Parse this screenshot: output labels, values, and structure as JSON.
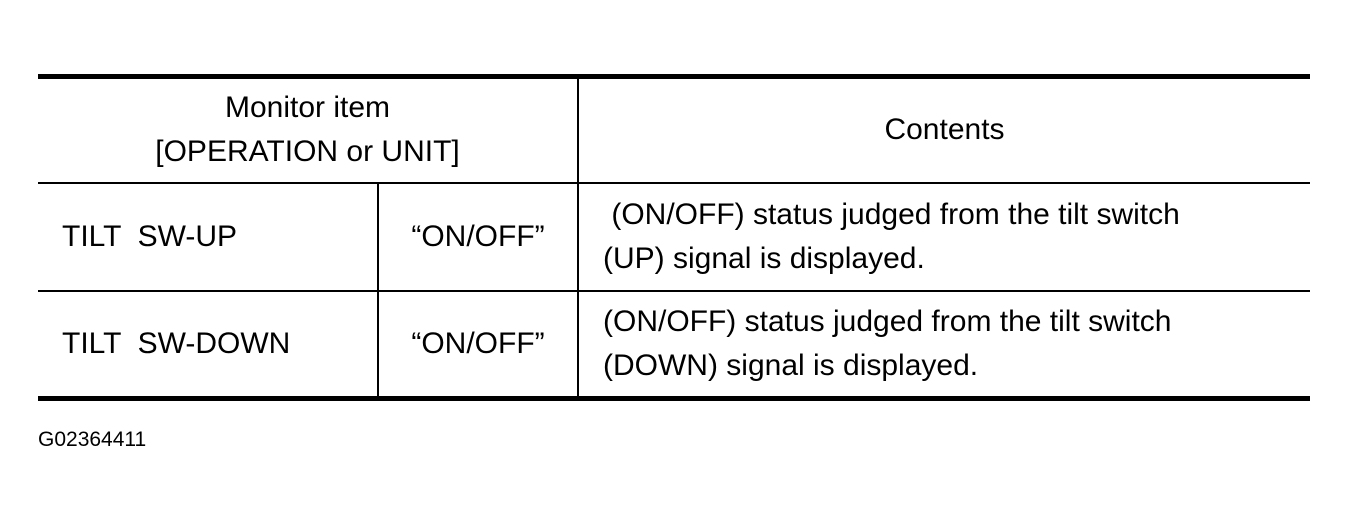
{
  "table": {
    "header": {
      "monitor_item_line1": "Monitor item",
      "monitor_item_line2": "[OPERATION or UNIT]",
      "contents": "Contents"
    },
    "rows": [
      {
        "item": "TILT  SW-UP",
        "value": "“ON/OFF”",
        "contents_line1": " (ON/OFF) status judged from the tilt switch",
        "contents_line2": "(UP) signal is displayed."
      },
      {
        "item": "TILT  SW-DOWN",
        "value": "“ON/OFF”",
        "contents_line1": "(ON/OFF) status judged from the tilt switch",
        "contents_line2": "(DOWN) signal is displayed."
      }
    ]
  },
  "figure_code": "G02364411"
}
